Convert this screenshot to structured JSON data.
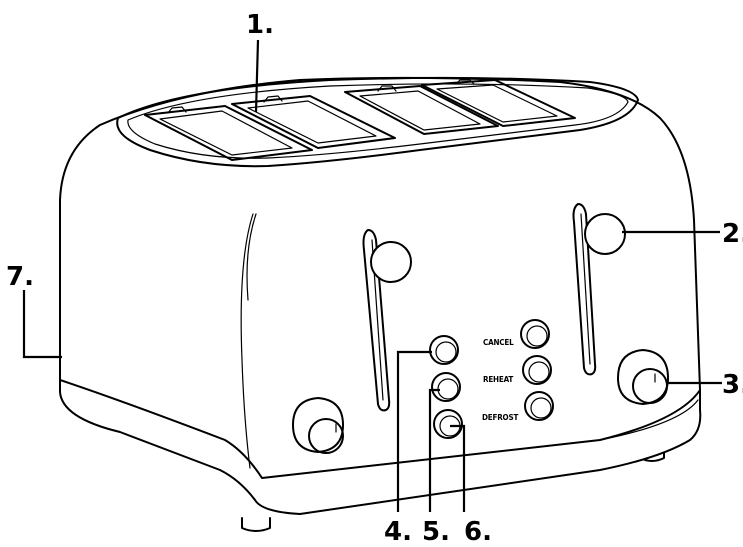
{
  "diagram": {
    "colors": {
      "line": "#000000",
      "background": "#ffffff"
    },
    "callouts": [
      {
        "id": "1",
        "text": "1."
      },
      {
        "id": "2",
        "text": "2."
      },
      {
        "id": "3",
        "text": "3."
      },
      {
        "id": "4",
        "text": "4."
      },
      {
        "id": "5",
        "text": "5."
      },
      {
        "id": "6",
        "text": "6."
      },
      {
        "id": "7",
        "text": "7."
      }
    ],
    "button_labels": {
      "cancel": "CANCEL",
      "reheat": "REHEAT",
      "defrost": "DEFROST"
    }
  }
}
